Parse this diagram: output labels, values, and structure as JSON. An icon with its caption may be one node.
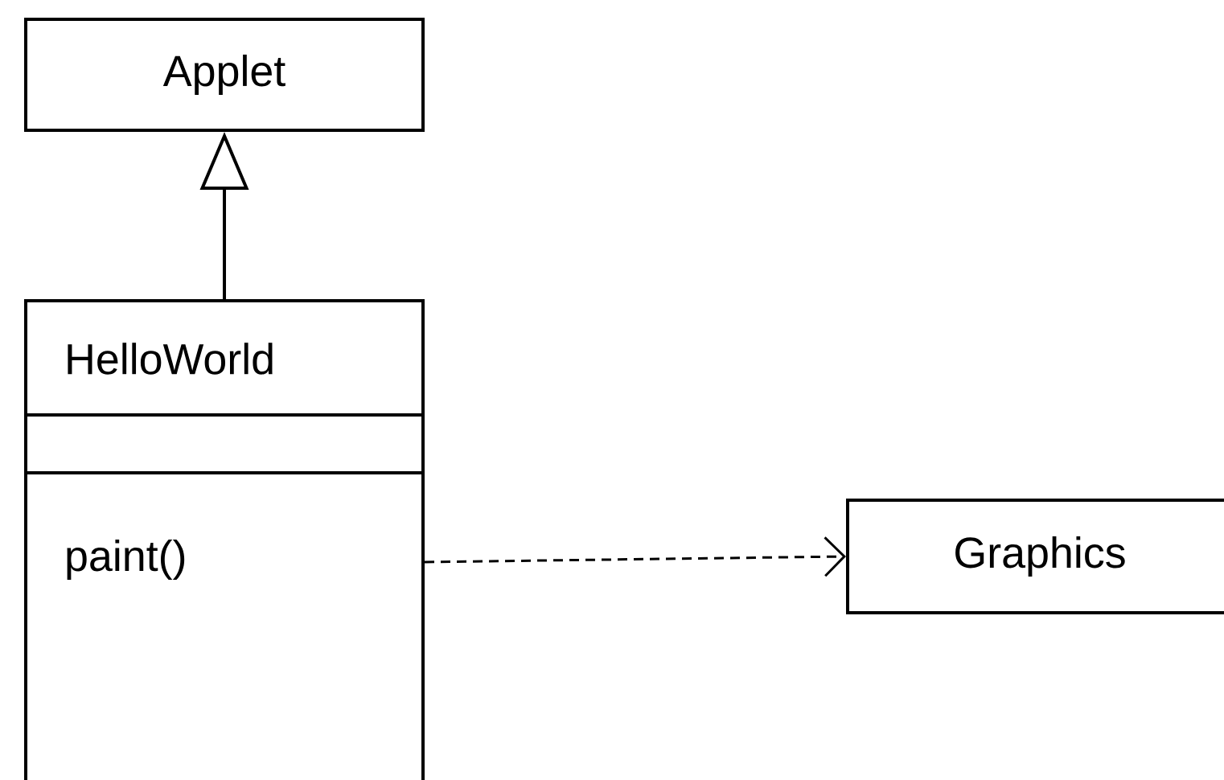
{
  "diagram": {
    "nodes": [
      {
        "text": [
          "Applet"
        ]
      },
      {
        "text": [
          "HelloWorld",
          "paint()"
        ]
      },
      {
        "text": [
          "Graphics"
        ]
      }
    ],
    "edges": [
      {
        "from": 1,
        "to": 0,
        "arrow": "to"
      },
      {
        "from": 1,
        "to": 2,
        "arrow": "to",
        "style": "dashed"
      }
    ]
  }
}
